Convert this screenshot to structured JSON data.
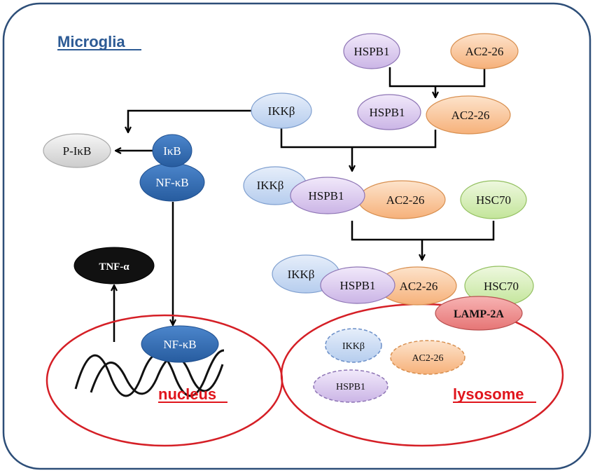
{
  "cell_label": "Microglia",
  "nucleus_label": "nucleus",
  "lysosome_label": "lysosome",
  "nodes": {
    "hspb1": "HSPB1",
    "ac226": "AC2-26",
    "ikkb": "IKKβ",
    "pikb": "P-IκB",
    "ikb": "IκB",
    "nfkb": "NF-κB",
    "hsc70": "HSC70",
    "tnfa": "TNF-α",
    "lamp2a": "LAMP-2A"
  },
  "colors": {
    "border": "#2d4e78",
    "purple": "#d9c8ee",
    "orange": "#f9c496",
    "blue_light": "#c9dcf4",
    "green": "#d4edb0",
    "gray": "#dcdcdc",
    "blue_dark": "#2f6ab4",
    "black_node": "#111111",
    "lamp": "#ec8a8a",
    "red_outline": "#d51f26"
  }
}
